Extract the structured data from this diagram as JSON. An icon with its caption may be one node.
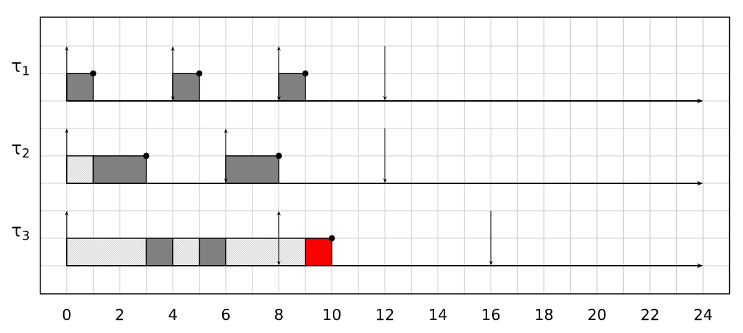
{
  "diagram": {
    "labels": [
      "τ$_{1}$",
      "τ$_{2}$",
      "τ$_{3}$",
      "0",
      "2",
      "4",
      "6",
      "8",
      "10",
      "12",
      "14",
      "16",
      "18",
      "20",
      "22",
      "24"
    ]
  }
}
